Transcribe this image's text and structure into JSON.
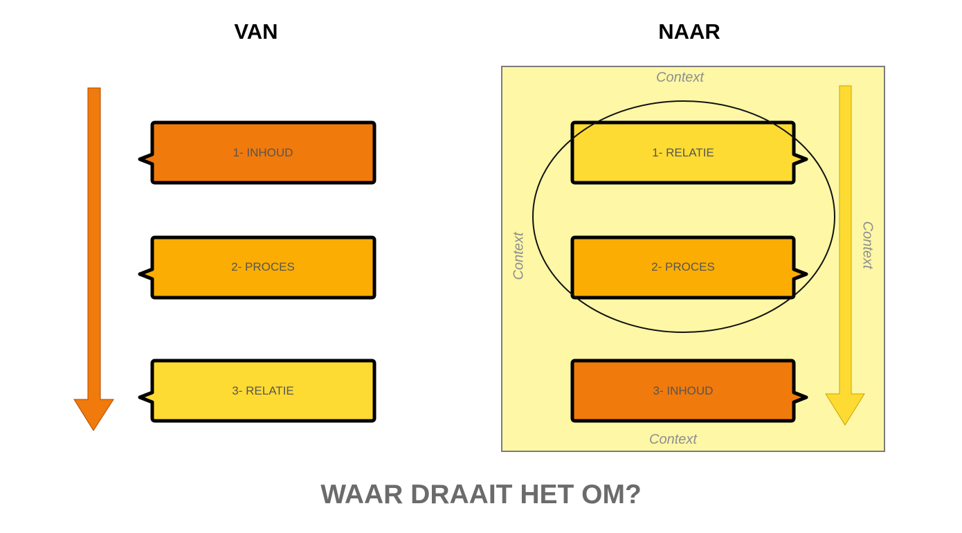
{
  "van": {
    "heading": "VAN",
    "arrow_color": "#f07a0c",
    "items": [
      {
        "label": "1- INHOUD",
        "color": "#f07a0c"
      },
      {
        "label": "2- PROCES",
        "color": "#fbad04"
      },
      {
        "label": "3- RELATIE",
        "color": "#fedb33"
      }
    ]
  },
  "naar": {
    "heading": "NAAR",
    "frame_color": "#fdf7a6",
    "arrow_color": "#fedb33",
    "context_labels": {
      "top": "Context",
      "bottom": "Context",
      "left": "Context",
      "right": "Context"
    },
    "items": [
      {
        "label": "1- RELATIE",
        "color": "#fedb33"
      },
      {
        "label": "2- PROCES",
        "color": "#fbad04"
      },
      {
        "label": "3- INHOUD",
        "color": "#f07a0c"
      }
    ]
  },
  "question": "WAAR DRAAIT HET OM?"
}
